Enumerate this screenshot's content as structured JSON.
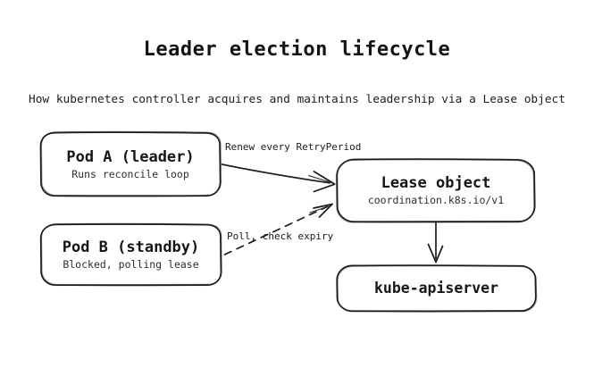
{
  "header": {
    "title": "Leader election lifecycle",
    "subtitle": "How kubernetes controller acquires and maintains leadership via a Lease object"
  },
  "nodes": {
    "pod_a": {
      "title": "Pod A (leader)",
      "subtitle": "Runs reconcile loop"
    },
    "pod_b": {
      "title": "Pod B (standby)",
      "subtitle": "Blocked, polling lease"
    },
    "lease": {
      "title": "Lease object",
      "subtitle": "coordination.k8s.io/v1"
    },
    "kube_apiserver": {
      "title": "kube-apiserver"
    }
  },
  "edges": {
    "renew": {
      "label": "Renew every RetryPeriod",
      "from": "Pod A (leader)",
      "to": "Lease object",
      "style": "solid"
    },
    "poll": {
      "label": "Poll, check expiry",
      "from": "Pod B (standby)",
      "to": "Lease object",
      "style": "dashed"
    },
    "persist": {
      "label": "",
      "from": "Lease object",
      "to": "kube-apiserver",
      "style": "solid"
    }
  },
  "colors": {
    "stroke": "#1c1c1c",
    "text": "#111111",
    "secondary_text": "#2e2e2e",
    "background": "#ffffff"
  }
}
